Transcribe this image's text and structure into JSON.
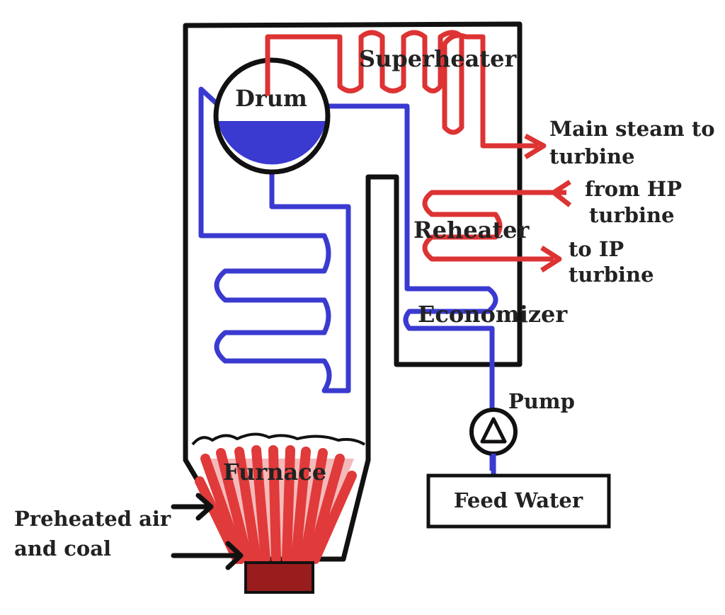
{
  "diagram": {
    "labels": {
      "superheater": "Superheater",
      "drum": "Drum",
      "main_steam_line1": "Main steam to",
      "main_steam_line2": "turbine",
      "from_hp_line1": "from HP",
      "from_hp_line2": "turbine",
      "reheater": "Reheater",
      "to_ip_line1": "to IP",
      "to_ip_line2": "turbine",
      "economizer": "Economizer",
      "pump": "Pump",
      "furnace": "Furnace",
      "feed_water": "Feed Water",
      "preheated_line1": "Preheated air",
      "preheated_line2": "and coal"
    },
    "colors": {
      "water": "#3a3ad0",
      "steam": "#dd3333",
      "flame": "#e03a3a",
      "burner": "#9a1d1d",
      "outline": "#111111"
    }
  }
}
